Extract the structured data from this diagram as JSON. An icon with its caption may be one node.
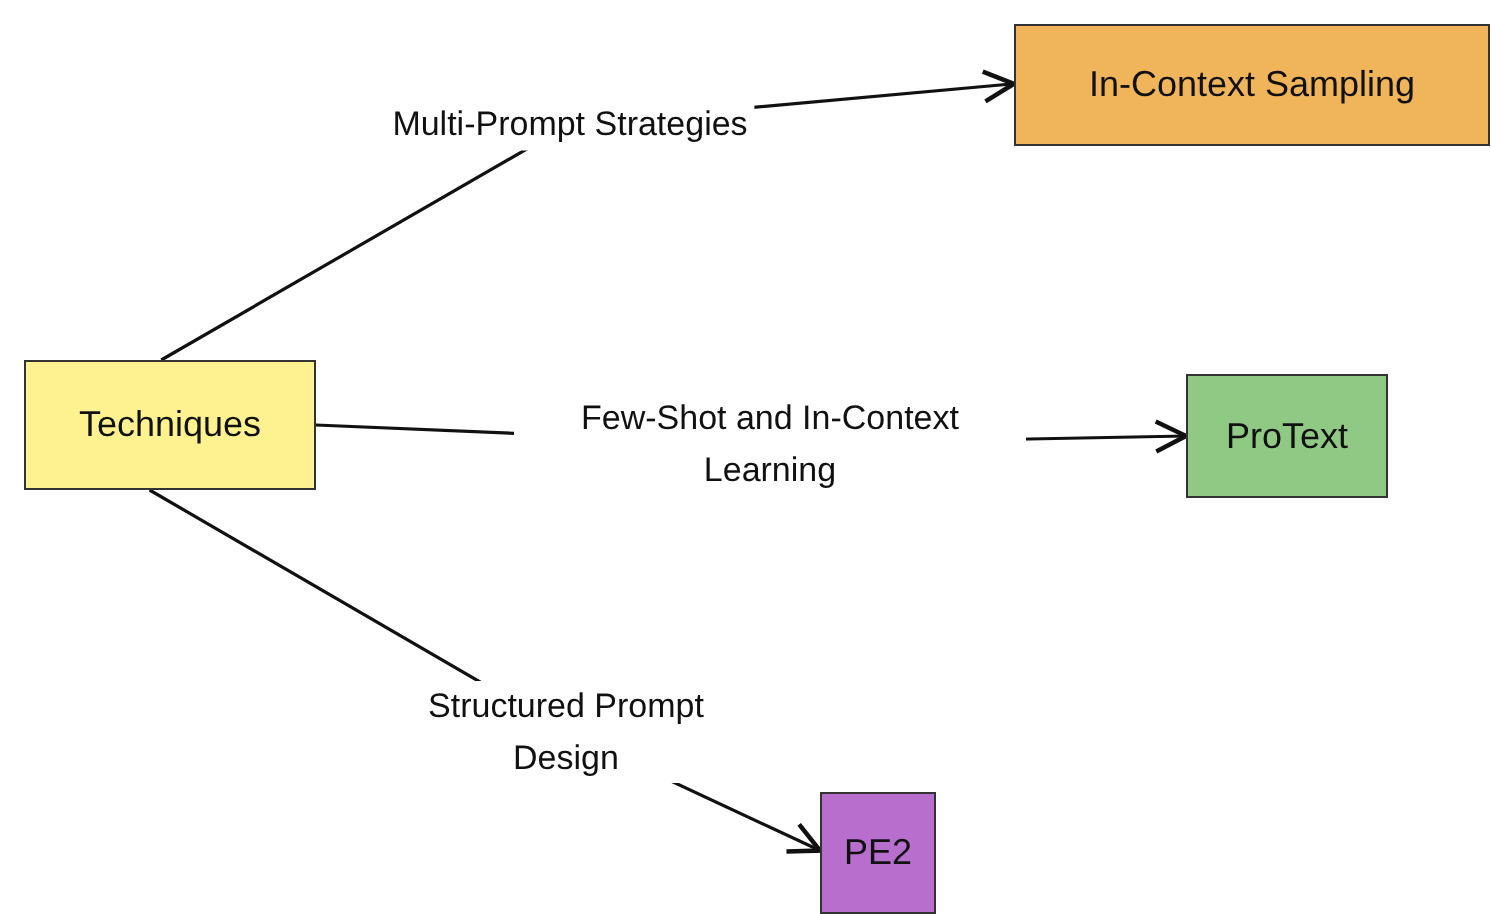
{
  "diagram": {
    "nodes": [
      {
        "text": [
          "Techniques"
        ]
      },
      {
        "text": [
          "In-Context Sampling"
        ]
      },
      {
        "text": [
          "ProText"
        ]
      },
      {
        "text": [
          "PE2"
        ]
      }
    ],
    "edges": [
      {
        "from": 0,
        "to": 1,
        "arrow": "to",
        "label": "Multi-Prompt Strategies"
      },
      {
        "from": 0,
        "to": 2,
        "arrow": "to",
        "label": "Few-Shot and In-Context Learning"
      },
      {
        "from": 0,
        "to": 3,
        "arrow": "to",
        "label": "Structured Prompt Design"
      }
    ]
  }
}
